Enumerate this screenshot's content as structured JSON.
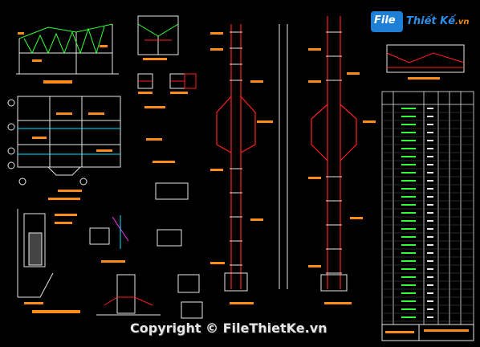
{
  "logo": {
    "prefix": "File",
    "name": "Thiết Kế",
    "suffix": ".vn"
  },
  "watermark": "Copyright © FileThietKe.vn",
  "colors": {
    "background": "#000000",
    "line_white": "#e8e8e8",
    "line_red": "#ff2020",
    "label_orange": "#ff8c1a",
    "line_green": "#33ff33",
    "line_cyan": "#00e5ff",
    "line_yellow": "#ffff33",
    "line_magenta": "#ff33ff",
    "table_bg": "#0a0a0a"
  }
}
